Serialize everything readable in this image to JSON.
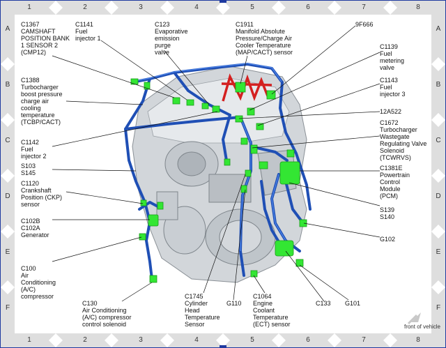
{
  "grid": {
    "columns": [
      "1",
      "2",
      "3",
      "4",
      "5",
      "6",
      "7",
      "8"
    ],
    "rows": [
      "A",
      "B",
      "C",
      "D",
      "E",
      "F"
    ]
  },
  "callouts": {
    "c1367": "C1367\nCAMSHAFT\nPOSITION BANK\n1 SENSOR 2\n(CMP12)",
    "c1141": "C1141\nFuel\ninjector 1",
    "c123": "C123\nEvaporative\nemission\npurge\nvalve",
    "c1911": "C1911\nManifold Absolute\nPressure/Charge Air\nCooler Temperature\n(MAP/CACT) sensor",
    "f9f666": "9F666",
    "c1139": "C1139\nFuel\nmetering\nvalve",
    "c1388": "C1388\nTurbocharger\nboost pressure\ncharge air\ncooling\ntemperature\n(TCBP/CACT)",
    "c1143": "C1143\nFuel\ninjector 3",
    "a12a522": "12A522",
    "c1672": "C1672\nTurbocharger\nWastegate\nRegulating Valve\nSolenoid\n(TCWRVS)",
    "c1142": "C1142\nFuel\ninjector 2",
    "s103": "S103\nS145",
    "c1381e": "C1381E\nPowertrain\nControl\nModule\n(PCM)",
    "c1120": "C1120\nCrankshaft\nPosition (CKP)\nsensor",
    "c102b": "C102B\nC102A\nGenerator",
    "s139": "S139\nS140",
    "g102": "G102",
    "c100": "C100\nAir\nConditioning\n(A/C)\ncompressor",
    "c130": "C130\nAir Conditioning\n(A/C) compressor\ncontrol solenoid",
    "c1745": "C1745\nCylinder\nHead\nTemperature\nSensor",
    "g110": "G110",
    "c1064": "C1064\nEngine\nCoolant\nTemperature\n(ECT) sensor",
    "c133": "C133",
    "g101": "G101"
  },
  "front_of_vehicle": "front of vehicle",
  "colors": {
    "harness": "#1f4fb5",
    "harness_highlight": "#4f86e8",
    "connector": "#33e633",
    "red_harness": "#d42020",
    "frame": "#cfcfcf"
  },
  "icons": [
    "arrow-front-icon",
    "grid-diamond-icon"
  ]
}
